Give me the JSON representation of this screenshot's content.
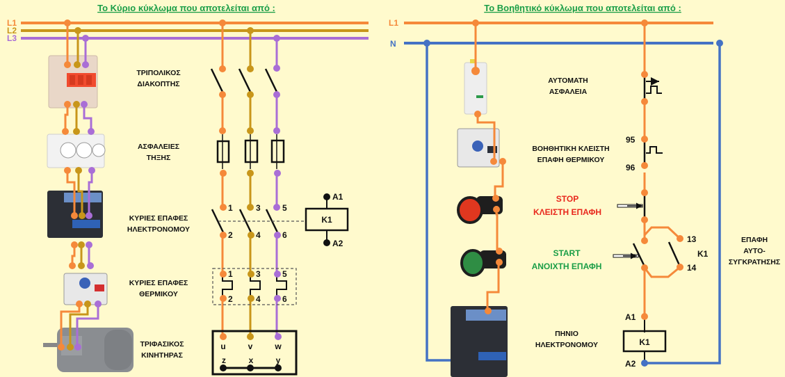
{
  "colors": {
    "background": "#fffacd",
    "L1": "#f5893a",
    "L2": "#c8961a",
    "L3": "#a96ed6",
    "N": "#4472c4",
    "title": "#1a9e47",
    "stop": "#e8271c",
    "start": "#1a9e47"
  },
  "main_circuit": {
    "title": "Το Κύριο κύκλωμα που αποτελείται από :",
    "buses": [
      "L1",
      "L2",
      "L3"
    ],
    "components": [
      {
        "line1": "ΤΡΙΠΟΛΙΚΟΣ",
        "line2": "ΔΙΑΚΟΠΤΗΣ"
      },
      {
        "line1": "ΑΣΦΑΛΕΙΕΣ",
        "line2": "ΤΗΞΗΣ"
      },
      {
        "line1": "ΚΥΡΙΕΣ ΕΠΑΦΕΣ",
        "line2": "ΗΛΕΚΤΡΟΝΟΜΟΥ"
      },
      {
        "line1": "ΚΥΡΙΕΣ ΕΠΑΦΕΣ",
        "line2": "ΘΕΡΜΙΚΟΥ"
      },
      {
        "line1": "ΤΡΙΦΑΣΙΚΟΣ",
        "line2": "ΚΙΝΗΤΗΡΑΣ"
      }
    ],
    "contactor_terminals_top": [
      "1",
      "3",
      "5"
    ],
    "contactor_terminals_bottom": [
      "2",
      "4",
      "6"
    ],
    "thermal_terminals_top": [
      "1",
      "3",
      "5"
    ],
    "thermal_terminals_bottom": [
      "2",
      "4",
      "6"
    ],
    "coil": {
      "label": "K1",
      "a1": "A1",
      "a2": "A2"
    },
    "motor_terminals_top": [
      "u",
      "v",
      "w"
    ],
    "motor_terminals_bottom": [
      "z",
      "x",
      "y"
    ]
  },
  "aux_circuit": {
    "title": "Το Βοηθητικό κύκλωμα που αποτελείται από :",
    "buses": [
      "L1",
      "N"
    ],
    "breaker": {
      "line1": "ΑΥΤΟΜΑΤΗ",
      "line2": "ΑΣΦΑΛΕΙΑ"
    },
    "thermal_aux": {
      "line1": "ΒΟΗΘΗΤΙΚΗ ΚΛΕΙΣΤΗ",
      "line2": "ΕΠΑΦΗ ΘΕΡΜΙΚΟΥ",
      "t1": "95",
      "t2": "96"
    },
    "stop": {
      "line1": "STOP",
      "line2": "ΚΛΕΙΣΤΗ ΕΠΑΦΗ"
    },
    "start": {
      "line1": "START",
      "line2": "ΑΝΟΙΧΤΗ ΕΠΑΦΗ"
    },
    "holding": {
      "t1": "13",
      "t2": "14",
      "label": "K1",
      "line1": "ΕΠΑΦΗ",
      "line2": "ΑΥΤΟ-",
      "line3": "ΣΥΓΚΡΑΤΗΣΗΣ"
    },
    "coil": {
      "line1": "ΠΗΝΙΟ",
      "line2": "ΗΛΕΚΤΡΟΝΟΜΟΥ",
      "label": "K1",
      "a1": "A1",
      "a2": "A2"
    }
  }
}
